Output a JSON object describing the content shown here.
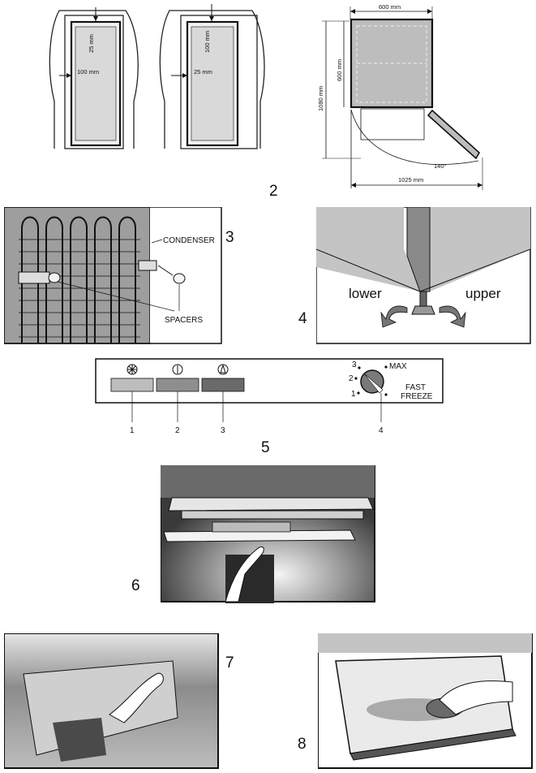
{
  "figure_numbers": [
    "2",
    "3",
    "4",
    "5",
    "6",
    "7",
    "8"
  ],
  "fig1": {
    "left_top_gap": "25 mm",
    "left_side_gap": "100 mm",
    "right_top_gap": "100 mm",
    "right_side_gap": "25 mm"
  },
  "fig2": {
    "width": "600 mm",
    "depth": "600 mm",
    "height": "1080 mm",
    "door_angle": "140°",
    "door_open_width": "1025 mm"
  },
  "fig3": {
    "condenser_label": "CONDENSER",
    "spacers_label": "SPACERS"
  },
  "fig4": {
    "lower_label": "lower",
    "upper_label": "upper"
  },
  "fig5": {
    "indicators": [
      {
        "icon": "snowflake-icon",
        "color": "#bdbdbd",
        "number": "1"
      },
      {
        "icon": "power-icon",
        "color": "#8e8e8e",
        "number": "2"
      },
      {
        "icon": "thermometer-warning-icon",
        "color": "#6a6a6a",
        "number": "3"
      }
    ],
    "knob_marks": [
      "3",
      "2",
      "1"
    ],
    "max_label": "MAX",
    "fast_label": "FAST",
    "freeze_label": "FREEZE",
    "knob_number": "4"
  }
}
